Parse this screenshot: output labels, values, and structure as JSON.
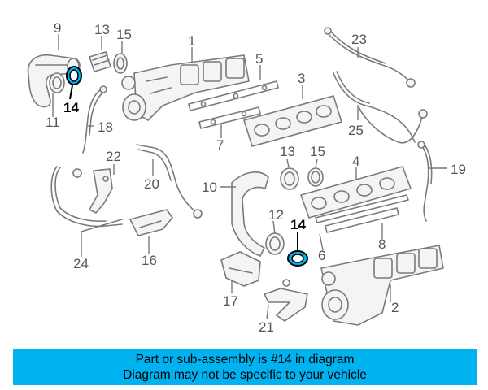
{
  "callouts": {
    "c1": "1",
    "c2": "2",
    "c3": "3",
    "c4": "4",
    "c5": "5",
    "c6": "6",
    "c7": "7",
    "c8": "8",
    "c9": "9",
    "c10": "10",
    "c11": "11",
    "c12": "12",
    "c13a": "13",
    "c13b": "13",
    "c14a": "14",
    "c14b": "14",
    "c15a": "15",
    "c15b": "15",
    "c16": "16",
    "c17": "17",
    "c18": "18",
    "c19": "19",
    "c20": "20",
    "c21": "21",
    "c22": "22",
    "c23": "23",
    "c24": "24",
    "c25": "25"
  },
  "highlight": {
    "part_number": "14",
    "color": "#00b3f0"
  },
  "banner": {
    "line1": "Part or sub-assembly is #14 in diagram",
    "line2": "Diagram may not be specific to your vehicle",
    "background": "#00b3f0"
  }
}
